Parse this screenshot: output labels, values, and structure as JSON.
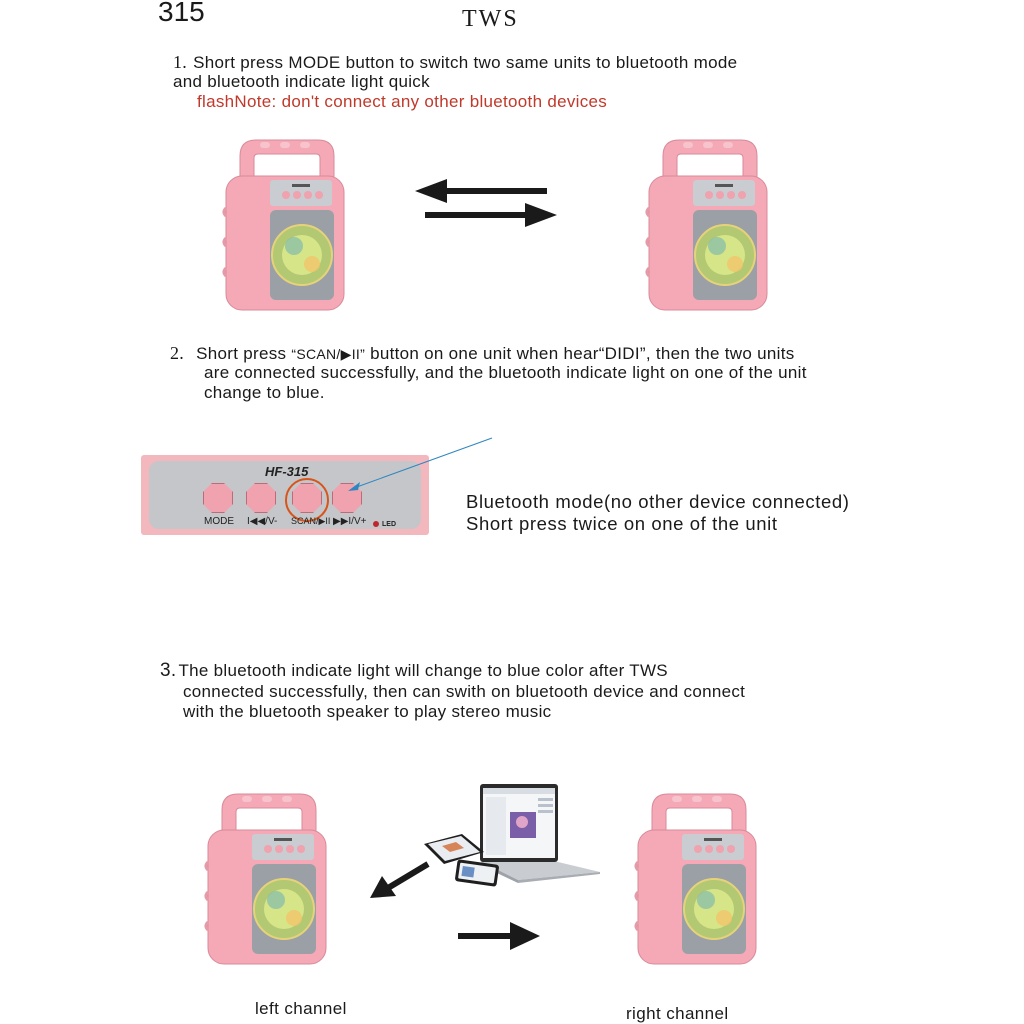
{
  "header": {
    "model": "315",
    "title": "TWS"
  },
  "step1": {
    "num": "1.",
    "line1": "Short press MODE button to switch two same units to bluetooth mode",
    "line2": "and bluetooth indicate light quick",
    "note": "flashNote: don't connect any other bluetooth devices"
  },
  "step2": {
    "num": "2.",
    "line1_pre": "Short press",
    "line1_btn": "“SCAN/▶II”",
    "line1_mid": "button on one unit when hear",
    "line1_quote": "“DIDI”",
    "line1_post": ", then the two units",
    "line2": "are connected successfully, and the bluetooth indicate light on one of the unit",
    "line3": "change to blue."
  },
  "panel": {
    "model": "HF-315",
    "buttons": [
      "MODE",
      "I◀◀/V-",
      "SCAN/▶II",
      "▶▶I/V+"
    ],
    "led": "LED",
    "highlight_color": "#d9541b",
    "pointer_color": "#2e86c1"
  },
  "bt_note": {
    "line1": "Bluetooth mode(no other device connected)",
    "line2": "Short press twice on one of the unit"
  },
  "step3": {
    "num": "3.",
    "line1": "The bluetooth indicate light will change to blue color after TWS",
    "line2": "connected successfully, then can swith on bluetooth device and connect",
    "line3": "with the bluetooth speaker to play stereo music"
  },
  "channels": {
    "left": "left channel",
    "right": "right channel"
  },
  "colors": {
    "speaker": "#f5a8b6",
    "grille": "#9aa0a6",
    "note_red": "#c0392b"
  }
}
